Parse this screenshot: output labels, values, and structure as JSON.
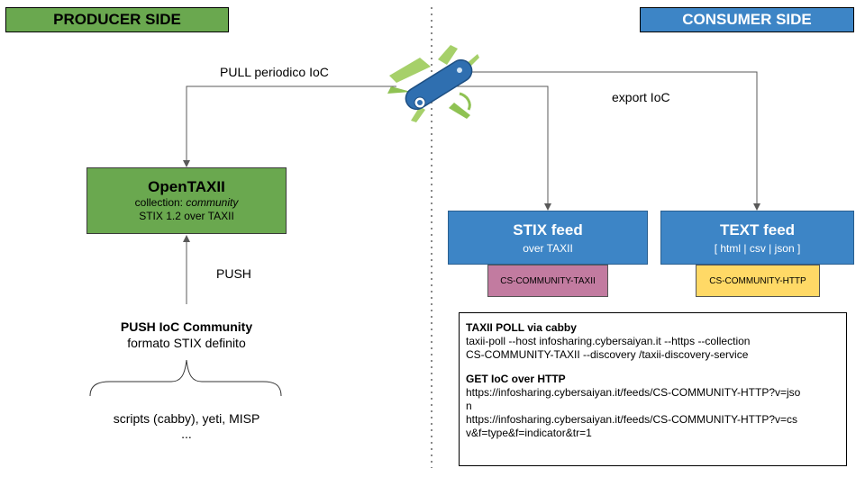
{
  "headers": {
    "producer": "PRODUCER SIDE",
    "consumer": "CONSUMER SIDE"
  },
  "labels": {
    "pull": "PULL periodico IoC",
    "export": "export IoC",
    "push": "PUSH"
  },
  "opentaxii": {
    "title": "OpenTAXII",
    "collection_prefix": "collection: ",
    "collection_name": "community",
    "protocol": "STIX 1.2 over TAXII"
  },
  "push_community": {
    "title": "PUSH IoC Community",
    "subtitle": "formato STIX definito",
    "sources": "scripts (cabby), yeti, MISP",
    "more": "..."
  },
  "stix_feed": {
    "title": "STIX feed",
    "subtitle": "over TAXII",
    "tag": "CS-COMMUNITY-TAXII"
  },
  "text_feed": {
    "title": "TEXT feed",
    "subtitle": "[ html | csv | json ]",
    "tag": "CS-COMMUNITY-HTTP"
  },
  "info_box": {
    "taxii_heading": "TAXII POLL via cabby",
    "taxii_line1": "taxii-poll --host infosharing.cybersaiyan.it --https --collection",
    "taxii_line2": "CS-COMMUNITY-TAXII --discovery /taxii-discovery-service",
    "http_heading": "GET IoC over HTTP",
    "http_line1": "https://infosharing.cybersaiyan.it/feeds/CS-COMMUNITY-HTTP?v=jso",
    "http_line2": "n",
    "http_line3": "https://infosharing.cybersaiyan.it/feeds/CS-COMMUNITY-HTTP?v=cs",
    "http_line4": "v&f=type&f=indicator&tr=1"
  },
  "colors": {
    "producer_green": "#6aa84f",
    "consumer_blue": "#3d85c6",
    "taxii_tag": "#c27ba0",
    "http_tag": "#ffd966"
  },
  "icons": {
    "center": "swiss-army-knife-icon"
  }
}
